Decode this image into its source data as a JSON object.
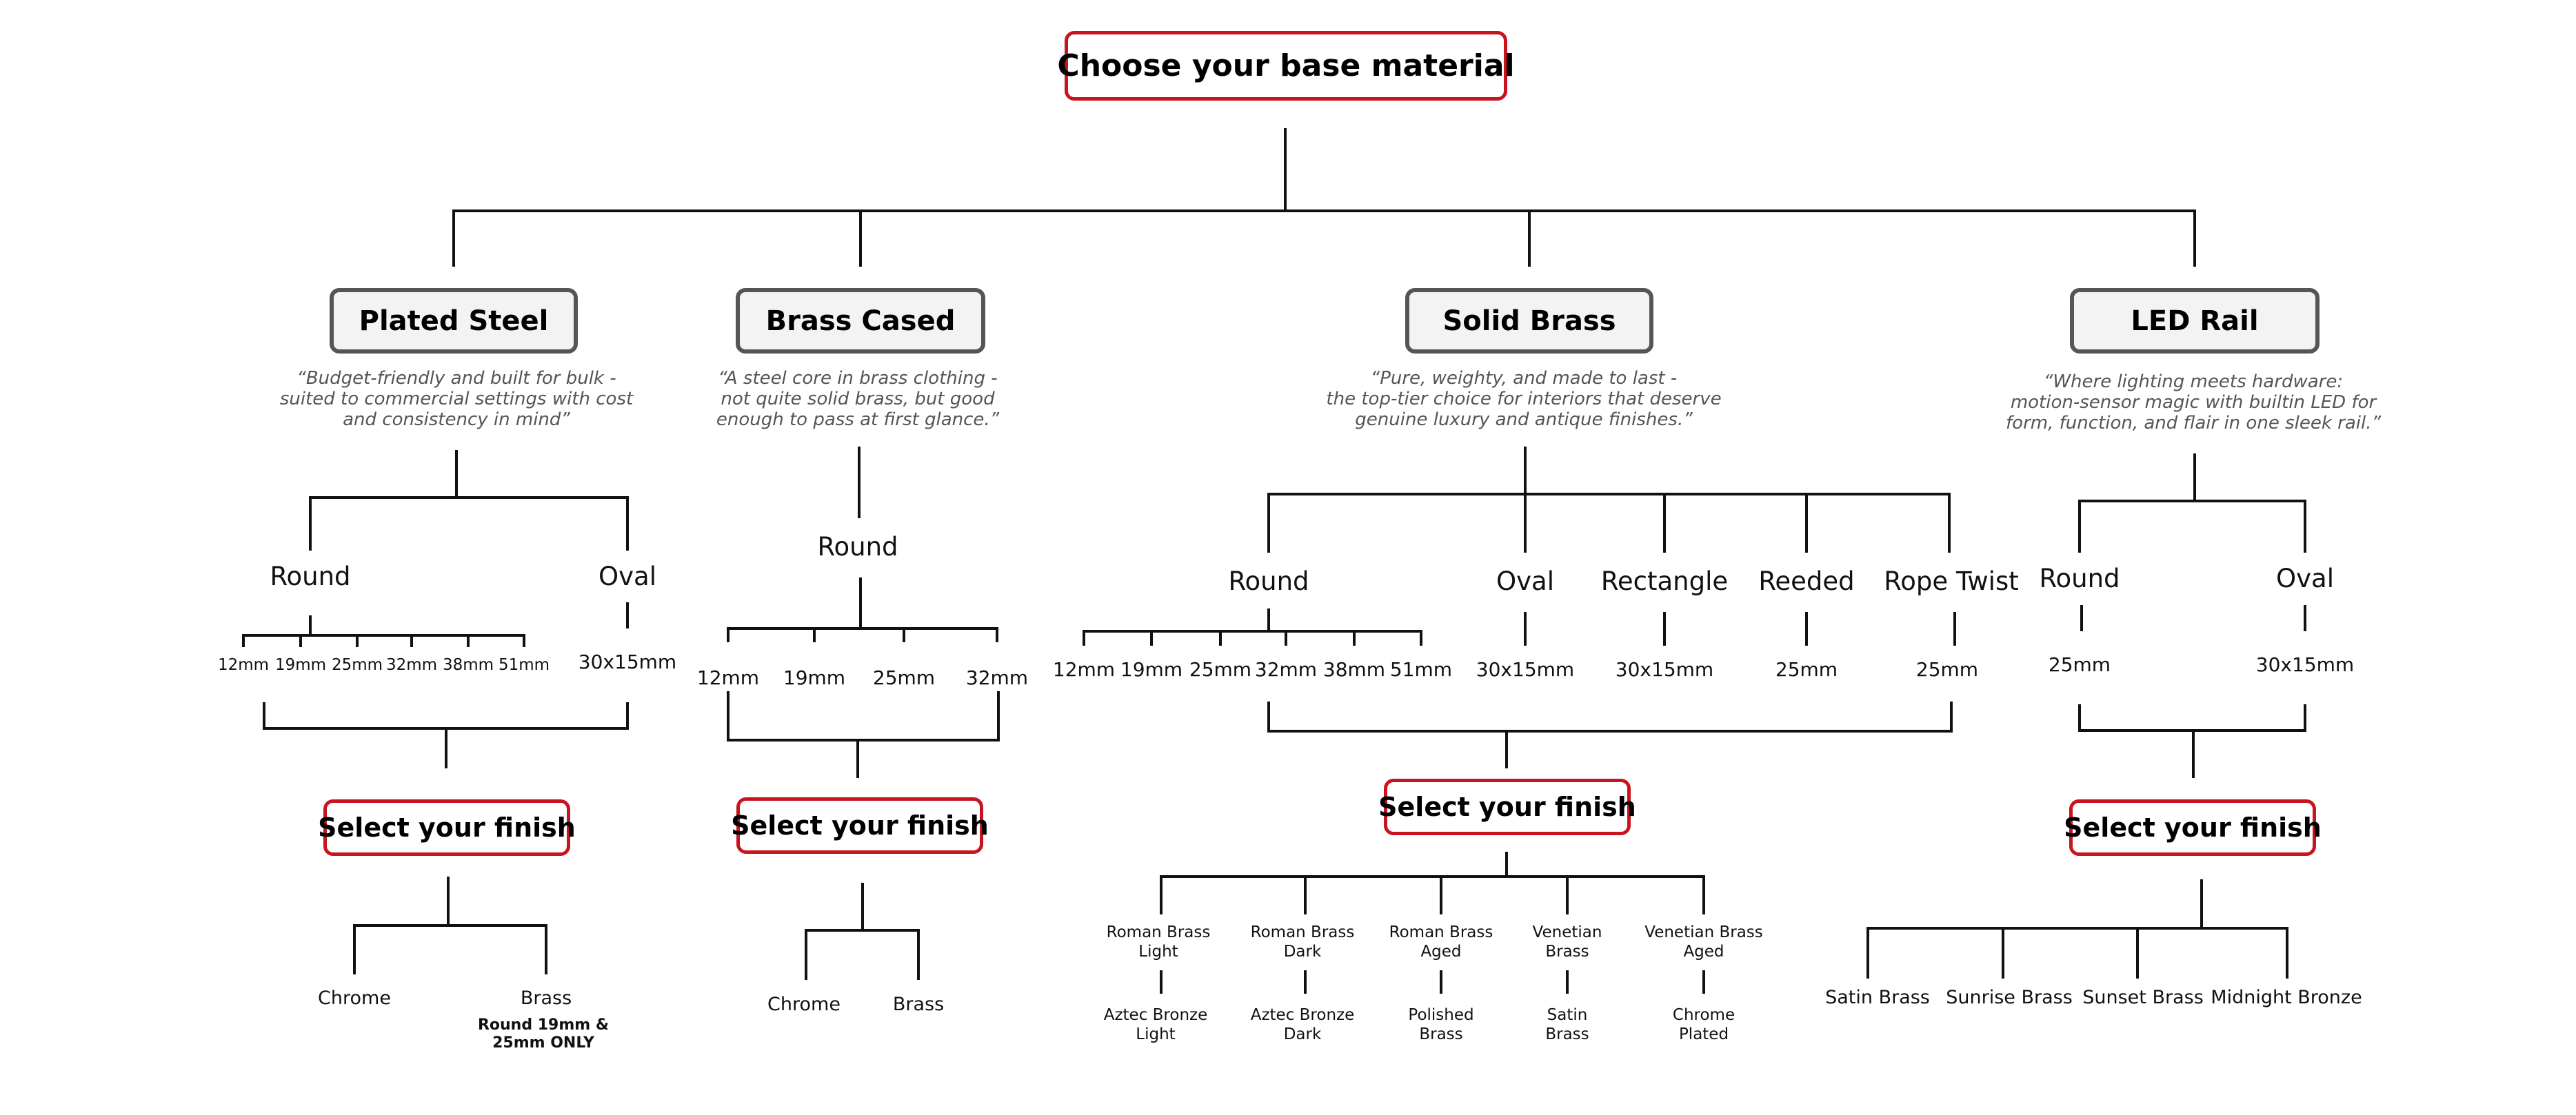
{
  "title": "Choose your base material",
  "materials": [
    {
      "name": "Plated Steel",
      "quote": "“Budget-friendly and built for bulk -\nsuited to commercial settings with cost\nand consistency in mind”",
      "shapes": [
        "Round",
        "Oval"
      ],
      "round_sizes": [
        "12mm",
        "19mm",
        "25mm",
        "32mm",
        "38mm",
        "51mm"
      ],
      "oval_size": "30x15mm",
      "finish_label": "Select your finish",
      "finishes": [
        "Chrome",
        "Brass"
      ],
      "finish_note": "Round 19mm &\n25mm ONLY"
    },
    {
      "name": "Brass Cased",
      "quote": "“A steel core in brass clothing -\nnot quite solid brass, but good\nenough to pass at first glance.”",
      "shapes": [
        "Round"
      ],
      "round_sizes": [
        "12mm",
        "19mm",
        "25mm",
        "32mm"
      ],
      "finish_label": "Select your finish",
      "finishes": [
        "Chrome",
        "Brass"
      ]
    },
    {
      "name": "Solid Brass",
      "quote": "“Pure, weighty, and made to last -\nthe top-tier choice for interiors that deserve\ngenuine luxury and antique finishes.”",
      "shapes": [
        "Round",
        "Oval",
        "Rectangle",
        "Reeded",
        "Rope Twist"
      ],
      "round_sizes": [
        "12mm",
        "19mm",
        "25mm",
        "32mm",
        "38mm",
        "51mm"
      ],
      "other_sizes": [
        "30x15mm",
        "30x15mm",
        "25mm",
        "25mm"
      ],
      "finish_label": "Select your finish",
      "finishes_top": [
        "Roman Brass\nLight",
        "Roman Brass\nDark",
        "Roman Brass\nAged",
        "Venetian\nBrass",
        "Venetian Brass\nAged"
      ],
      "finishes_bottom": [
        "Aztec Bronze\nLight",
        "Aztec Bronze\nDark",
        "Polished\nBrass",
        "Satin\nBrass",
        "Chrome\nPlated"
      ]
    },
    {
      "name": "LED Rail",
      "quote": "“Where lighting meets hardware:\nmotion-sensor magic with builtin LED for\nform, function, and flair in one sleek rail.”",
      "shapes": [
        "Round",
        "Oval"
      ],
      "sizes": [
        "25mm",
        "30x15mm"
      ],
      "finish_label": "Select your finish",
      "finishes": [
        "Satin Brass",
        "Sunrise Brass",
        "Sunset Brass",
        "Midnight Bronze"
      ]
    }
  ]
}
